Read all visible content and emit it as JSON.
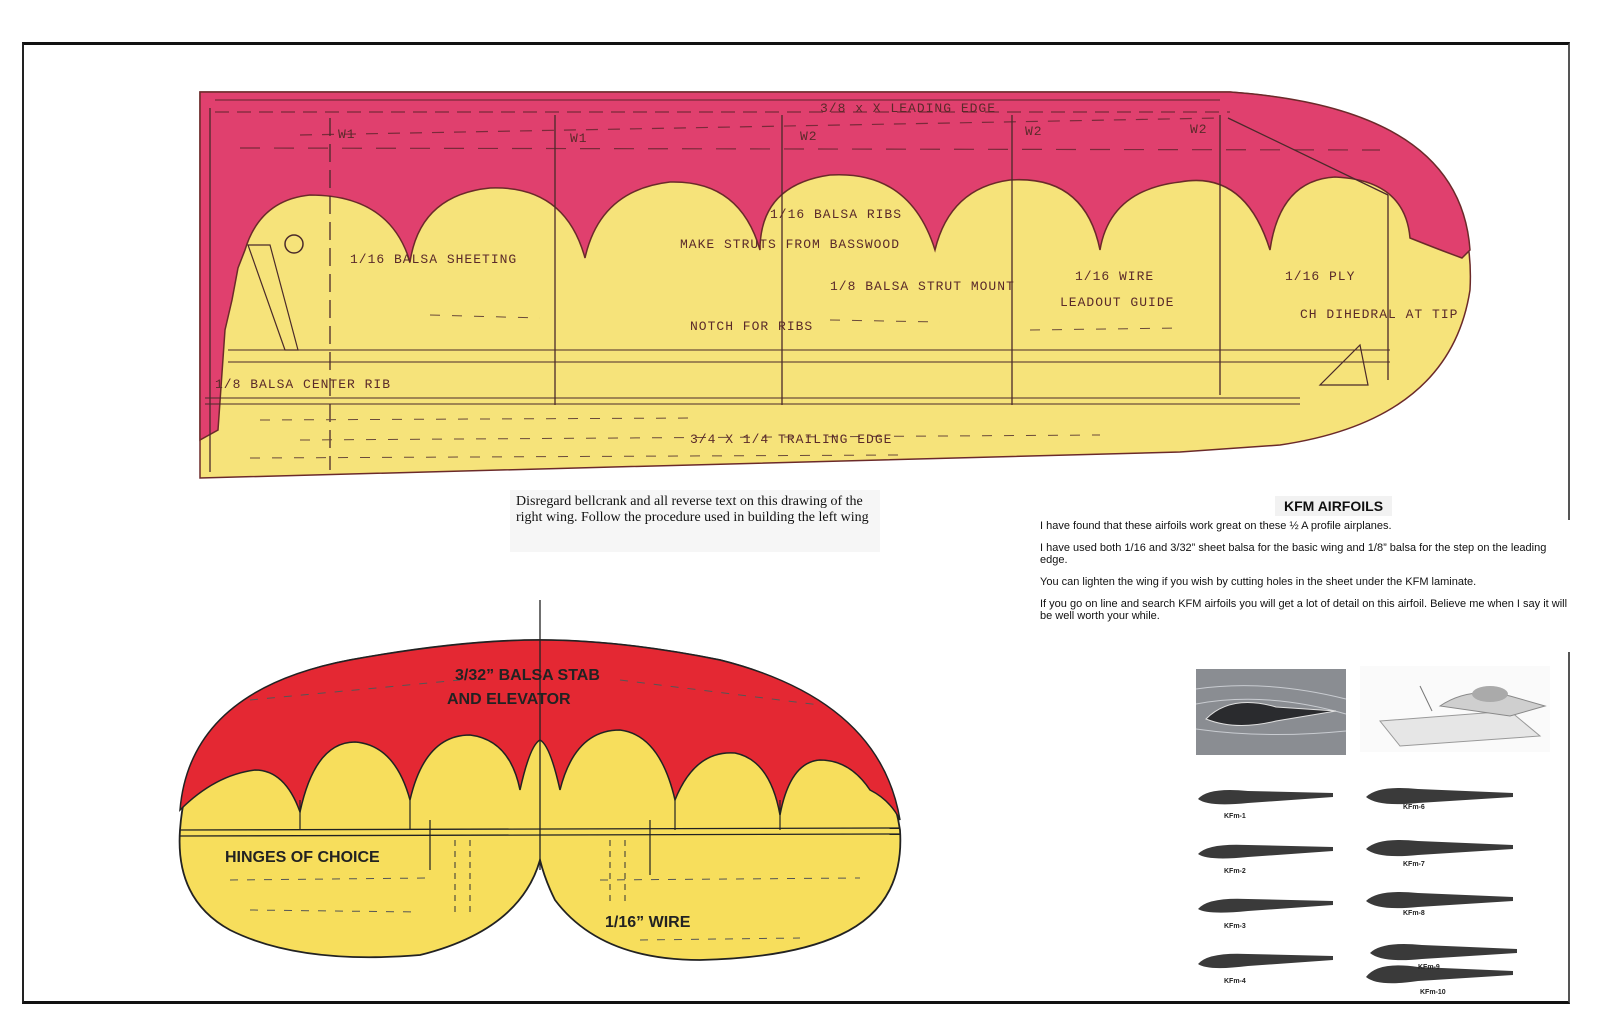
{
  "wing_plan": {
    "labels": {
      "leading_edge": "3/8 x X LEADING EDGE",
      "ribs": "1/16 BALSA RIBS",
      "sheeting": "1/16 BALSA SHEETING",
      "struts": "MAKE STRUTS FROM BASSWOOD",
      "strut_mount": "1/8 BALSA STRUT MOUNT",
      "wire": "1/16 WIRE",
      "leadout_guide": "LEADOUT GUIDE",
      "ply": "1/16 PLY",
      "dihedral": "CH DIHEDRAL AT TIP",
      "notch": "NOTCH FOR RIBS",
      "center_rib": "1/8 BALSA CENTER RIB",
      "trailing_edge": "3/4 X 1/4 TRAILING EDGE",
      "rib_w1": "W1",
      "rib_w2": "W2"
    }
  },
  "note": {
    "text": "Disregard bellcrank and all reverse text on this drawing of the right wing. Follow the procedure used in building the left wing"
  },
  "stab": {
    "title_line1": "3/32” BALSA STAB",
    "title_line2": "AND ELEVATOR",
    "hinges": "HINGES OF CHOICE",
    "wire": "1/16” WIRE"
  },
  "kfm": {
    "title": "KFM AIRFOILS",
    "paragraphs": [
      "I have found that these airfoils work great on these ½ A profile airplanes.",
      "I have used both 1/16 and 3/32” sheet balsa for the basic wing and 1/8” balsa for the step on the leading edge.",
      "You can lighten the wing if you wish by cutting holes in the sheet under the KFM laminate.",
      "If you go on line and search KFM airfoils you will get a lot of detail on this airfoil. Believe me when I say it will be well worth your while."
    ],
    "airfoils": [
      "KFm-1",
      "KFm-2",
      "KFm-3",
      "KFm-4",
      "KFm-6",
      "KFm-7",
      "KFm-8",
      "KFm-9",
      "KFm-10"
    ]
  },
  "colors": {
    "wing_red": "#e0406e",
    "wing_yellow": "#f6e37a",
    "stab_red": "#e42833",
    "stab_yellow": "#f7de5c"
  }
}
